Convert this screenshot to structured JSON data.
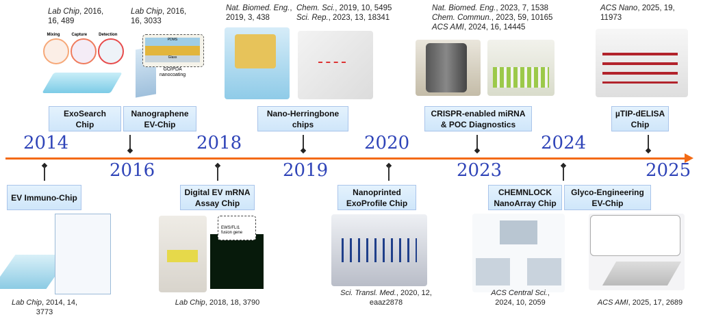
{
  "timeline": {
    "color": "#f36a14",
    "year_color": "#2f44b8"
  },
  "years": [
    "2014",
    "2016",
    "2018",
    "2019",
    "2020",
    "2023",
    "2024",
    "2025"
  ],
  "top_items": [
    {
      "label": "ExoSearch\nChip",
      "cite": [
        "Lab Chip",
        ", 2016,",
        "16, 489"
      ]
    },
    {
      "label": "Nanographene\nEV-Chip",
      "cite": [
        "Lab Chip",
        ", 2016,",
        "16, 3033"
      ]
    },
    {
      "label": "Nano-Herringbone\nchips",
      "cite": [
        "Nat. Biomed. Eng.",
        ",",
        "2019, 3, 438"
      ],
      "cite2": [
        "Chem. Sci.",
        ", 2019, 10, 5495",
        "Sci. Rep.",
        ", 2023, 13, 18341"
      ]
    },
    {
      "label": "CRISPR-enabled miRNA\n& POC Diagnostics",
      "cite": [
        "Nat. Biomed. Eng.",
        ", 2023, 7, 1538",
        "Chem. Commun.",
        ", 2023, 59, 10165",
        "ACS AMI",
        ", 2024, 16, 14445"
      ]
    },
    {
      "label": "µTIP-dELISA\nChip",
      "cite": [
        "ACS Nano",
        ", 2025, 19,",
        "11973"
      ]
    }
  ],
  "bottom_items": [
    {
      "label": "EV Immuno-Chip",
      "cite": [
        "Lab Chip",
        ", 2014, 14, 3773"
      ]
    },
    {
      "label": "Digital EV mRNA\nAssay Chip",
      "cite": [
        "Lab Chip",
        ", 2018, 18, 3790"
      ]
    },
    {
      "label": "Nanoprinted\nExoProfile Chip",
      "cite": [
        "Sci. Transl. Med.",
        ", 2020, 12,",
        "eaaz2878"
      ]
    },
    {
      "label": "CHEMNLOCK\nNanoArray Chip",
      "cite": [
        "ACS Central Sci.",
        ",",
        "2024, 10, 2059"
      ]
    },
    {
      "label": "Glyco-Engineering\nEV-Chip",
      "cite": [
        "ACS AMI",
        ", 2025, 17, 2689"
      ]
    }
  ],
  "figure_labels": {
    "mixing": "Mixing",
    "capture": "Capture",
    "detection": "Detection",
    "pdms": "PDMS",
    "glass": "Glass",
    "go": "GO/PDA\nnanocoating",
    "fusion": "EWS/FLI1\nfusion gene"
  }
}
